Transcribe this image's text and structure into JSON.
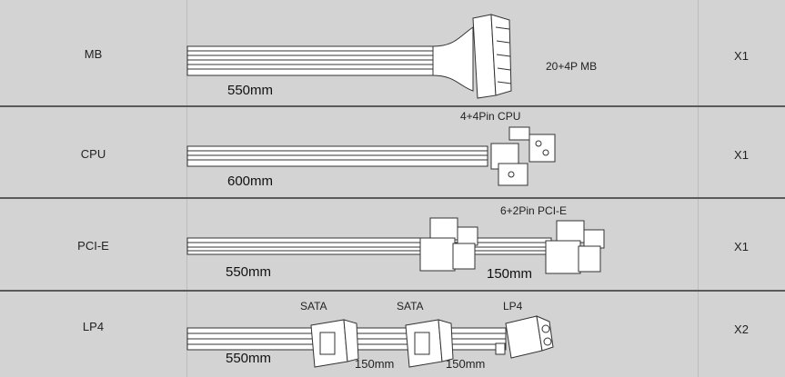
{
  "rows": [
    {
      "name": "MB",
      "connector": "20+4P MB",
      "lengths": [
        "550mm"
      ],
      "quantity": "X1"
    },
    {
      "name": "CPU",
      "connector": "4+4Pin CPU",
      "lengths": [
        "600mm"
      ],
      "quantity": "X1"
    },
    {
      "name": "PCI-E",
      "connector": "6+2Pin PCI-E",
      "lengths": [
        "550mm",
        "150mm"
      ],
      "quantity": "X1"
    },
    {
      "name": "LP4",
      "connectors": [
        "SATA",
        "SATA",
        "LP4"
      ],
      "lengths": [
        "550mm",
        "150mm",
        "150mm"
      ],
      "quantity": "X2"
    }
  ]
}
